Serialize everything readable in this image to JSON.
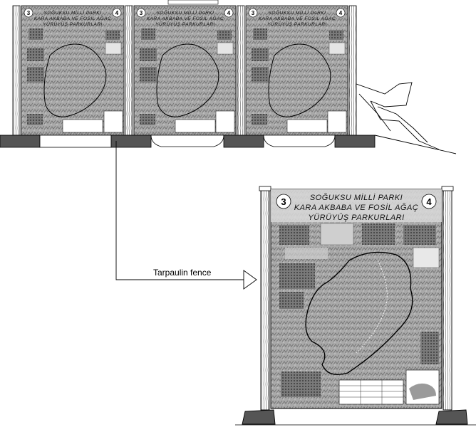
{
  "poster": {
    "line1": "SOĞUKSU MİLLİ PARKI",
    "line2": "KARA AKBABA VE FOSİL AĞAÇ",
    "line3": "YÜRÜYÜŞ PARKURLARI",
    "number_left": "3",
    "number_right": "4"
  },
  "callout": {
    "label": "Tarpaulin fence"
  },
  "colors": {
    "ink": "#000000",
    "map_gray": "#a8a8a8",
    "dark_block": "#555555"
  }
}
